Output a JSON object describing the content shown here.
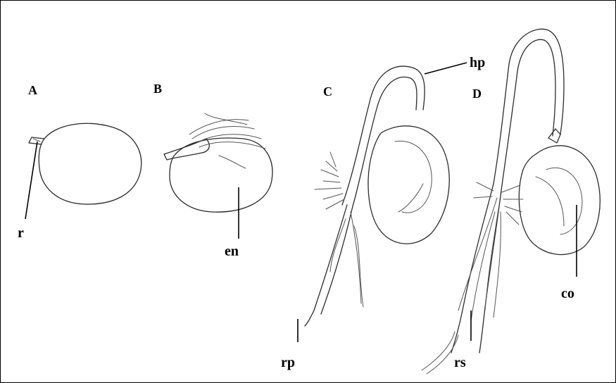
{
  "panels": {
    "A": "A",
    "B": "B",
    "C": "C",
    "D": "D"
  },
  "parts": {
    "r": "r",
    "en": "en",
    "hp": "hp",
    "rp": "rp",
    "rs": "rs",
    "co": "co"
  }
}
